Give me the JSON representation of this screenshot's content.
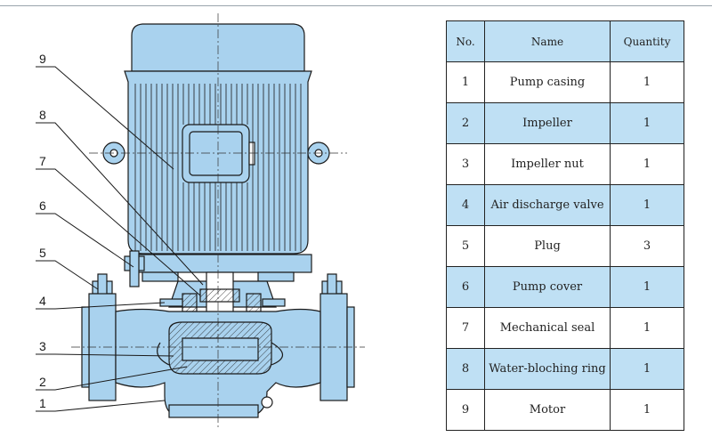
{
  "diagram": {
    "callouts": [
      "9",
      "8",
      "7",
      "6",
      "5",
      "4",
      "3",
      "2",
      "1"
    ],
    "colors": {
      "fill": "#a9d2ee",
      "stroke": "#1a1a1a",
      "center_line": "#333333"
    }
  },
  "table": {
    "headers": {
      "no": "No.",
      "name": "Name",
      "qty": "Quantity"
    },
    "rows": [
      {
        "no": "1",
        "name": "Pump casing",
        "qty": "1"
      },
      {
        "no": "2",
        "name": "Impeller",
        "qty": "1"
      },
      {
        "no": "3",
        "name": "Impeller nut",
        "qty": "1"
      },
      {
        "no": "4",
        "name": "Air discharge valve",
        "qty": "1"
      },
      {
        "no": "5",
        "name": "Plug",
        "qty": "3"
      },
      {
        "no": "6",
        "name": "Pump cover",
        "qty": "1"
      },
      {
        "no": "7",
        "name": "Mechanical seal",
        "qty": "1"
      },
      {
        "no": "8",
        "name": "Water-bloching ring",
        "qty": "1"
      },
      {
        "no": "9",
        "name": "Motor",
        "qty": "1"
      }
    ],
    "shade_color": "#bfe0f4"
  }
}
